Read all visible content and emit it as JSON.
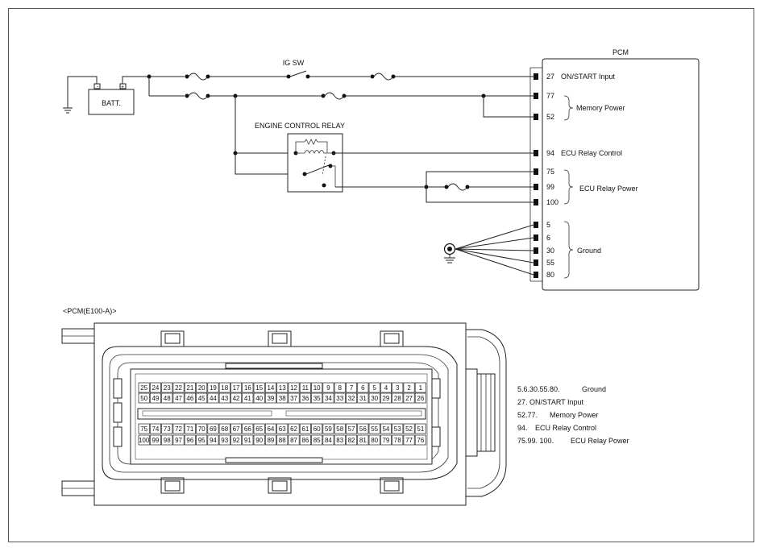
{
  "pcm": {
    "title": "PCM",
    "pins": [
      {
        "num": "27",
        "label": "ON/START Input"
      },
      {
        "num": "77",
        "label": ""
      },
      {
        "num": "52",
        "label": ""
      },
      {
        "num": "94",
        "label": "ECU Relay Control"
      },
      {
        "num": "75",
        "label": ""
      },
      {
        "num": "99",
        "label": ""
      },
      {
        "num": "100",
        "label": ""
      },
      {
        "num": "5",
        "label": ""
      },
      {
        "num": "6",
        "label": ""
      },
      {
        "num": "30",
        "label": ""
      },
      {
        "num": "55",
        "label": ""
      },
      {
        "num": "80",
        "label": ""
      }
    ],
    "groups": {
      "memory": "Memory Power",
      "relay_power": "ECU Relay Power",
      "ground": "Ground"
    }
  },
  "components": {
    "battery": "BATT.",
    "ig_sw": "IG SW",
    "relay": "ENGINE CONTROL RELAY"
  },
  "connector": {
    "title": "<PCM(E100-A)>",
    "rows": [
      [
        "25",
        "24",
        "23",
        "22",
        "21",
        "20",
        "19",
        "18",
        "17",
        "16",
        "15",
        "14",
        "13",
        "12",
        "11",
        "10",
        "9",
        "8",
        "7",
        "6",
        "5",
        "4",
        "3",
        "2",
        "1"
      ],
      [
        "50",
        "49",
        "48",
        "47",
        "46",
        "45",
        "44",
        "43",
        "42",
        "41",
        "40",
        "39",
        "38",
        "37",
        "36",
        "35",
        "34",
        "33",
        "32",
        "31",
        "30",
        "29",
        "28",
        "27",
        "26"
      ],
      [
        "75",
        "74",
        "73",
        "72",
        "71",
        "70",
        "69",
        "68",
        "67",
        "66",
        "65",
        "64",
        "63",
        "62",
        "61",
        "60",
        "59",
        "58",
        "57",
        "56",
        "55",
        "54",
        "53",
        "52",
        "51"
      ],
      [
        "100",
        "99",
        "98",
        "97",
        "96",
        "95",
        "94",
        "93",
        "92",
        "91",
        "90",
        "89",
        "88",
        "87",
        "86",
        "85",
        "84",
        "83",
        "82",
        "81",
        "80",
        "79",
        "78",
        "77",
        "76"
      ]
    ]
  },
  "legend": [
    {
      "pins": "5.6.30.55.80.",
      "desc": "Ground"
    },
    {
      "pins": "27. ON/START Input",
      "desc": ""
    },
    {
      "pins": "52.77.",
      "desc": "Memory Power"
    },
    {
      "pins": "94.",
      "desc": "ECU Relay Control"
    },
    {
      "pins": "75.99.   100.",
      "desc": "ECU Relay Power"
    }
  ]
}
